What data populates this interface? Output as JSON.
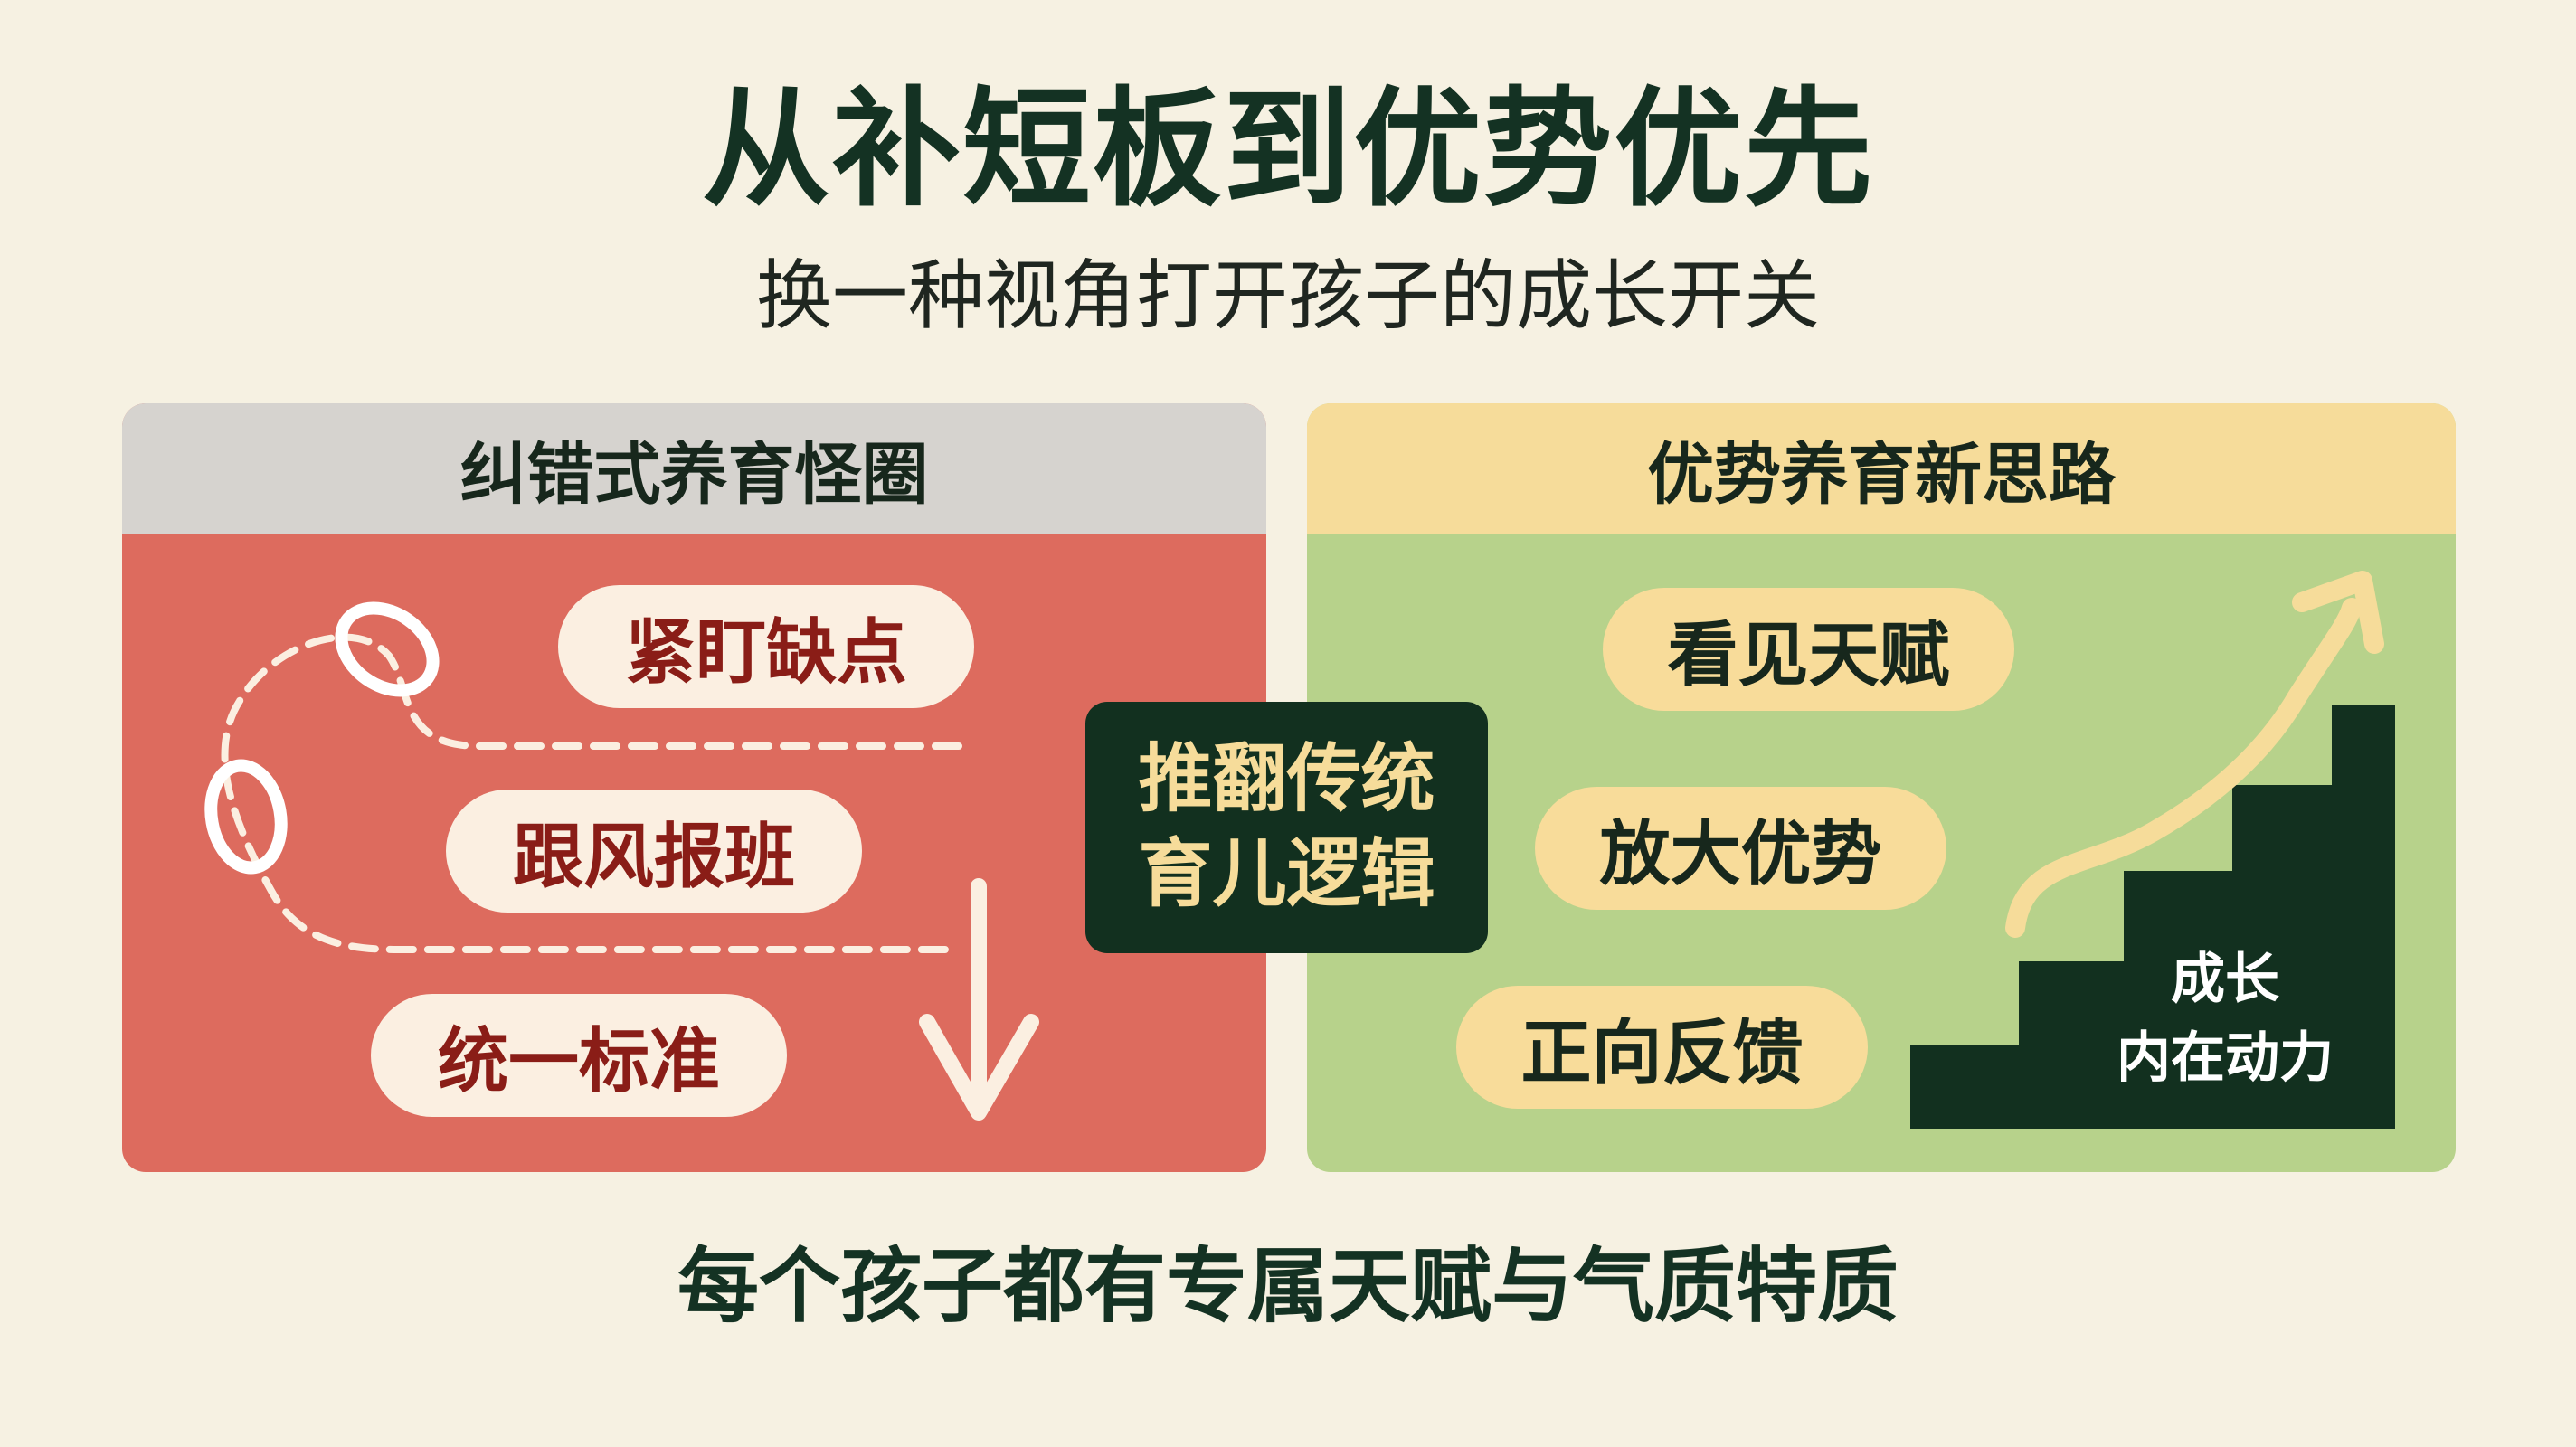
{
  "title": "从补短板到优势优先",
  "subtitle": "换一种视角打开孩子的成长开关",
  "left_panel": {
    "header": "纠错式养育怪圈",
    "items": [
      "紧盯缺点",
      "跟风报班",
      "统一标准"
    ]
  },
  "center": {
    "line1": "推翻传统",
    "line2": "育儿逻辑"
  },
  "right_panel": {
    "header": "优势养育新思路",
    "items": [
      "看见天赋",
      "放大优势",
      "正向反馈"
    ],
    "stairs_label_line1": "成长",
    "stairs_label_line2": "内在动力"
  },
  "footer": "每个孩子都有专属天赋与气质特质",
  "colors": {
    "background": "#f6f1e2",
    "left_panel": "#dd6b5e",
    "right_panel": "#b7d28b",
    "dark_green": "#12301f",
    "accent_yellow": "#f6dc9a",
    "text_red": "#8a1d17"
  },
  "icons": [
    "chain-icon",
    "down-arrow-icon",
    "stairs-icon",
    "growth-arrow-icon"
  ]
}
